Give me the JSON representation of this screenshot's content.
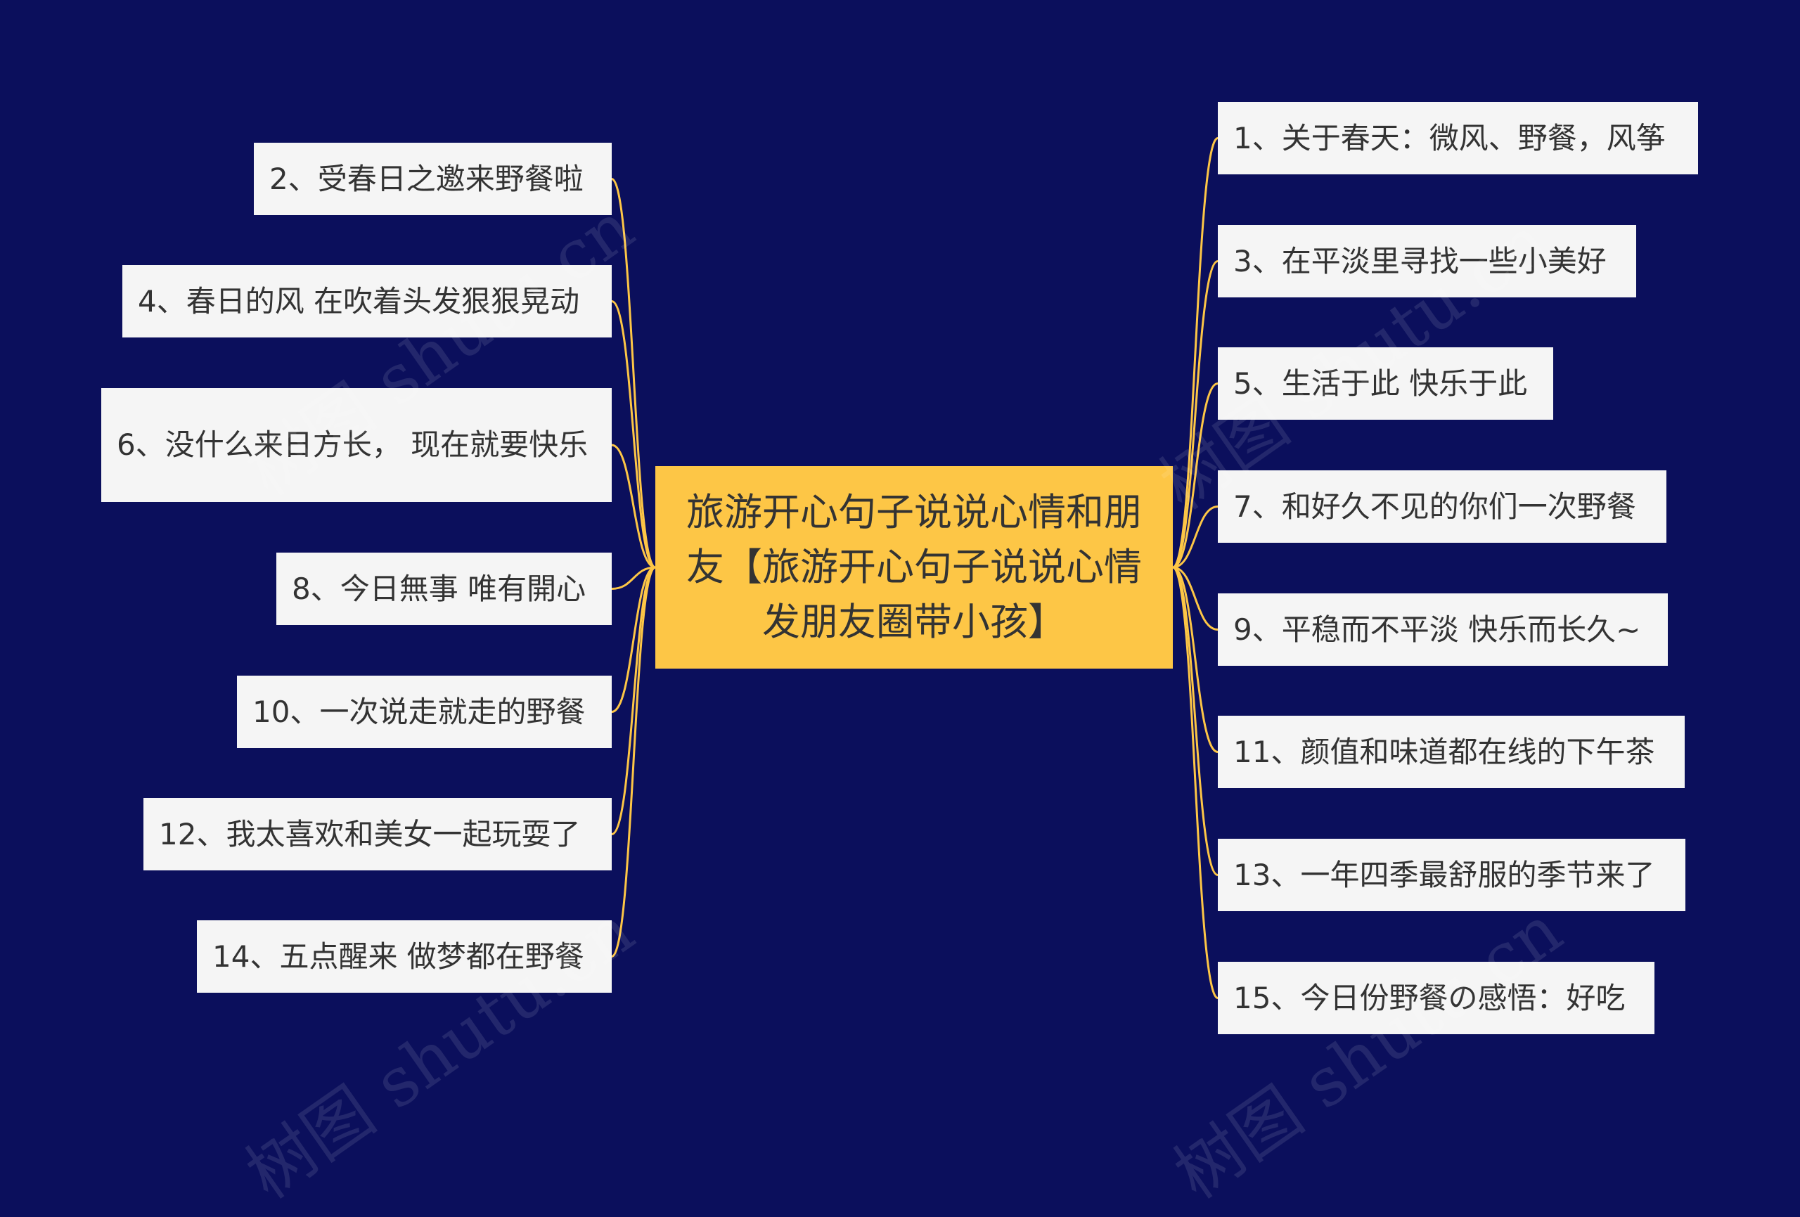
{
  "center": "旅游开心句子说说心情和朋友【旅游开心句子说说心情发朋友圈带小孩】",
  "colors": {
    "background": "#0b0f5c",
    "center": "#fdc646",
    "node": "#f5f5f5",
    "link": "#fdc646"
  },
  "left_nodes": [
    {
      "id": "n2",
      "text": "2、受春日之邀来野餐啦"
    },
    {
      "id": "n4",
      "text": "4、春日的风 在吹着头发狠狠晃动"
    },
    {
      "id": "n6",
      "text": "6、没什么来日方长， 现在就要快乐"
    },
    {
      "id": "n8",
      "text": "8、今日無事 唯有開心"
    },
    {
      "id": "n10",
      "text": "10、一次说走就走的野餐"
    },
    {
      "id": "n12",
      "text": "12、我太喜欢和美女一起玩耍了"
    },
    {
      "id": "n14",
      "text": "14、五点醒来 做梦都在野餐"
    }
  ],
  "right_nodes": [
    {
      "id": "n1",
      "text": "1、关于春天：微风、野餐，风筝"
    },
    {
      "id": "n3",
      "text": "3、在平淡里寻找一些小美好"
    },
    {
      "id": "n5",
      "text": "5、生活于此 快乐于此"
    },
    {
      "id": "n7",
      "text": "7、和好久不见的你们一次野餐"
    },
    {
      "id": "n9",
      "text": "9、平稳而不平淡 快乐而长久~"
    },
    {
      "id": "n11",
      "text": "11、颜值和味道都在线的下午茶"
    },
    {
      "id": "n13",
      "text": "13、一年四季最舒服的季节来了"
    },
    {
      "id": "n15",
      "text": "15、今日份野餐の感悟：好吃"
    }
  ],
  "watermark": "树图 shutu.cn"
}
